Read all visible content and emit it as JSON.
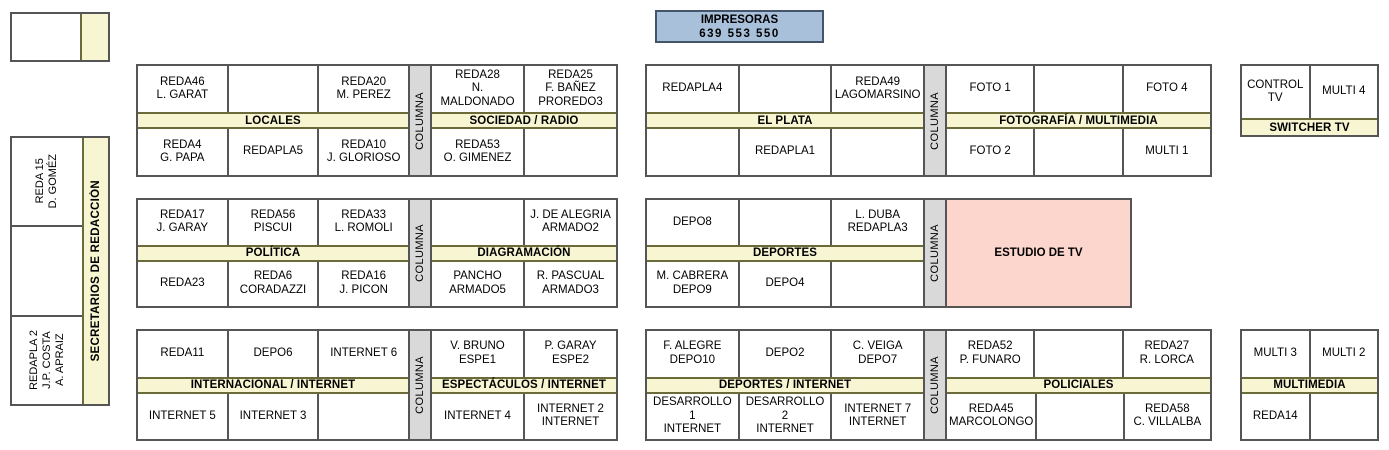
{
  "printers": {
    "title": "IMPRESORAS",
    "numbers": "639   553   550"
  },
  "sidebar": {
    "label": "SECRETARIOS DE REDACCIÓN",
    "cells": [
      "REDA 15\nD. GOMÉZ",
      "",
      "REDAPLA 2\nJ.P. COSTA\nA. APRAIZ"
    ]
  },
  "columna_label": "COLUMNA",
  "studio": {
    "label": "ESTUDIO DE TV"
  },
  "blocks": {
    "locales": {
      "label": "LOCALES",
      "top": [
        "REDA46\nL. GARAT",
        "",
        "REDA20\nM. PEREZ"
      ],
      "bottom": [
        "REDA4\nG. PAPA",
        "REDAPLA5",
        "REDA10\nJ. GLORIOSO"
      ]
    },
    "sociedad_radio": {
      "label": "SOCIEDAD / RADIO",
      "top": [
        "REDA28\nN. MALDONADO",
        "REDA25\nF. BAÑEZ\nPROREDO3"
      ],
      "bottom": [
        "REDA53\nO. GIMENEZ",
        ""
      ]
    },
    "el_plata": {
      "label": "EL PLATA",
      "top": [
        "REDAPLA4",
        "",
        "REDA49\nLAGOMARSINO"
      ],
      "bottom": [
        "",
        "REDAPLA1",
        ""
      ]
    },
    "fotografia_multimedia": {
      "label": "FOTOGRAFÍA / MULTIMEDIA",
      "top": [
        "FOTO 1",
        "",
        "FOTO 4"
      ],
      "bottom": [
        "FOTO 2",
        "",
        "MULTI 1"
      ]
    },
    "switcher_tv": {
      "label": "SWITCHER TV",
      "top": [
        "CONTROL TV",
        "MULTI 4"
      ]
    },
    "politica": {
      "label": "POLÍTICA",
      "top": [
        "REDA17\nJ. GARAY",
        "REDA56\nPISCUI",
        "REDA33\nL. ROMOLI"
      ],
      "bottom": [
        "REDA23",
        "REDA6\nCORADAZZI",
        "REDA16\nJ. PICON"
      ]
    },
    "diagramacion": {
      "label": "DIAGRAMACIÓN",
      "top": [
        "",
        "J. DE ALEGRIA\nARMADO2"
      ],
      "bottom": [
        "PANCHO\nARMADO5",
        "R. PASCUAL\nARMADO3"
      ]
    },
    "deportes": {
      "label": "DEPORTES",
      "top": [
        "DEPO8",
        "",
        "L. DUBA\nREDAPLA3"
      ],
      "bottom": [
        "M. CABRERA\nDEPO9",
        "DEPO4",
        ""
      ]
    },
    "internacional_internet": {
      "label": "INTERNACIONAL / INTERNET",
      "top": [
        "REDA11",
        "DEPO6",
        "INTERNET 6"
      ],
      "bottom": [
        "INTERNET 5",
        "INTERNET 3",
        ""
      ]
    },
    "espectaculos_internet": {
      "label": "ESPECTÁCULOS / INTERNET",
      "top": [
        "V. BRUNO\nESPE1",
        "P. GARAY\nESPE2"
      ],
      "bottom": [
        "INTERNET 4",
        "INTERNET 2\nINTERNET"
      ]
    },
    "deportes_internet": {
      "label": "DEPORTES / INTERNET",
      "top": [
        "F. ALEGRE\nDEPO10",
        "DEPO2",
        "C. VEIGA\nDEPO7"
      ],
      "bottom": [
        "DESARROLLO 1\nINTERNET",
        "DESARROLLO 2\nINTERNET",
        "INTERNET 7\nINTERNET"
      ]
    },
    "policiales": {
      "label": "POLICIALES",
      "top": [
        "REDA52\nP. FUNARO",
        "",
        "REDA27\nR. LORCA"
      ],
      "bottom": [
        "REDA45\nMARCOLONGO",
        "",
        "REDA58\nC. VILLALBA"
      ]
    },
    "multimedia": {
      "label": "MULTIMEDIA",
      "top": [
        "MULTI 3",
        "MULTI 2"
      ],
      "bottom": [
        "REDA14",
        ""
      ]
    }
  },
  "colors": {
    "label_bar": "#f7f5d2",
    "columna": "#d9d9d9",
    "studio": "#fcd6cd",
    "printers": "#a9c0da",
    "border": "#555555"
  }
}
